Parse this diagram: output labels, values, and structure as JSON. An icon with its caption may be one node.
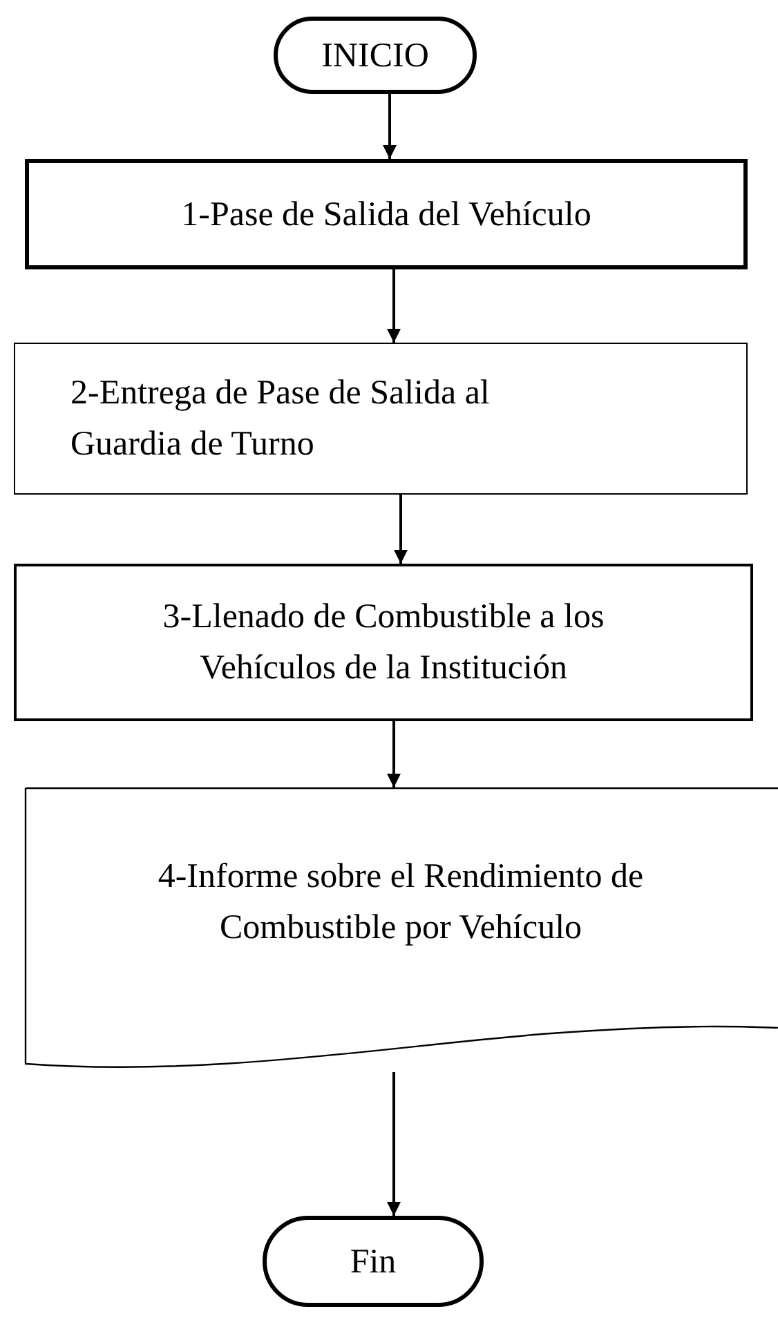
{
  "diagram": {
    "nodes": [
      {
        "text": [
          "INICIO"
        ]
      },
      {
        "text": [
          "1-Pase de Salida del Vehículo"
        ]
      },
      {
        "text": [
          "2-Entrega de Pase de Salida al Guardia de Turno"
        ]
      },
      {
        "text": [
          "3-Llenado de Combustible a los Vehículos de la Institución"
        ]
      },
      {
        "text": [
          "4-Informe sobre el Rendimiento de Combustible por Vehículo"
        ]
      },
      {
        "text": [
          "Fin"
        ]
      }
    ],
    "edges": [
      {
        "from": 0,
        "to": 1,
        "arrow": "to"
      },
      {
        "from": 1,
        "to": 2,
        "arrow": "to"
      },
      {
        "from": 2,
        "to": 3,
        "arrow": "to"
      },
      {
        "from": 3,
        "to": 4,
        "arrow": "to"
      },
      {
        "from": 4,
        "to": 5,
        "arrow": "to"
      }
    ]
  }
}
